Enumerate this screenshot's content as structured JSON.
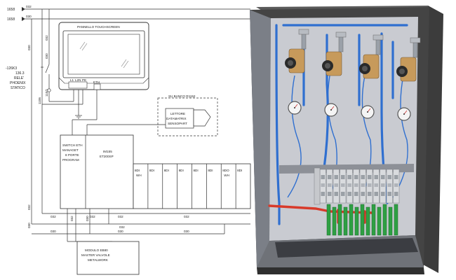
{
  "schematic": {
    "wire_labels": {
      "top_1": "032",
      "top_2": "030",
      "left_vertical": "030",
      "relay_branch": "032",
      "relay_branch_2": "030",
      "relay_branch_3": "110/1",
      "bottom_bus_1": "032",
      "bottom_bus_2": "032",
      "bottom_bus_3": "032",
      "bottom_bus_4": "032",
      "bottom_bus_5": "032",
      "bottom_bus_6": "030",
      "bottom_bus_7": "030",
      "bottom_bus_8": "030",
      "bottom_left_1": "032",
      "bottom_left_2": "030",
      "switch_drop_1": "032",
      "switch_drop_2": "030"
    },
    "terminals": {
      "t1": "1658",
      "t2": "1658"
    },
    "relay": {
      "line1": "-126K3",
      "line2": "136.3",
      "line3": "RELE'",
      "line4": "PHOENIX",
      "line5": "STATICO",
      "contact": "1106"
    },
    "panel": {
      "title": "PANNELLO TOUCHSCREEN",
      "ports": [
        "L1",
        "L2N",
        "PE"
      ],
      "port_e": "ETH"
    },
    "banco": {
      "title": "SU BANCO R1152",
      "reader_line1": "LETTORE",
      "reader_line2": "DATAMATRIX",
      "reader_line3": "SENSOPART"
    },
    "switch": {
      "line1": "SWITCH ETH",
      "line2": "MANAGET",
      "line3": "8 PORTE",
      "line4": "PROGRAM"
    },
    "im155": {
      "line1": "IM155",
      "line2": "ET200SP"
    },
    "modules": [
      {
        "l1": "8DI",
        "l2": "WH"
      },
      {
        "l1": "8DI",
        "l2": ""
      },
      {
        "l1": "8DI",
        "l2": ""
      },
      {
        "l1": "8DI",
        "l2": ""
      },
      {
        "l1": "8DI",
        "l2": ""
      },
      {
        "l1": "8DI",
        "l2": ""
      },
      {
        "l1": "8DO",
        "l2": "WH"
      },
      {
        "l1": "8DI",
        "l2": ""
      }
    ],
    "valve_module": {
      "line1": "MODULO EB80",
      "line2": "MASTER VALVOLE",
      "line3": "METALWORK"
    }
  },
  "render": {
    "gauge_count": 4,
    "regulator_count": 4,
    "terminal_block_count": 12,
    "colors": {
      "cabinet_dark": "#3a3a3a",
      "cabinet_inner": "#c9cbd1",
      "pipe_blue": "#2f6fd0",
      "pipe_red": "#d83a2a",
      "din_green": "#2ea043",
      "brass": "#c79a5b"
    }
  }
}
